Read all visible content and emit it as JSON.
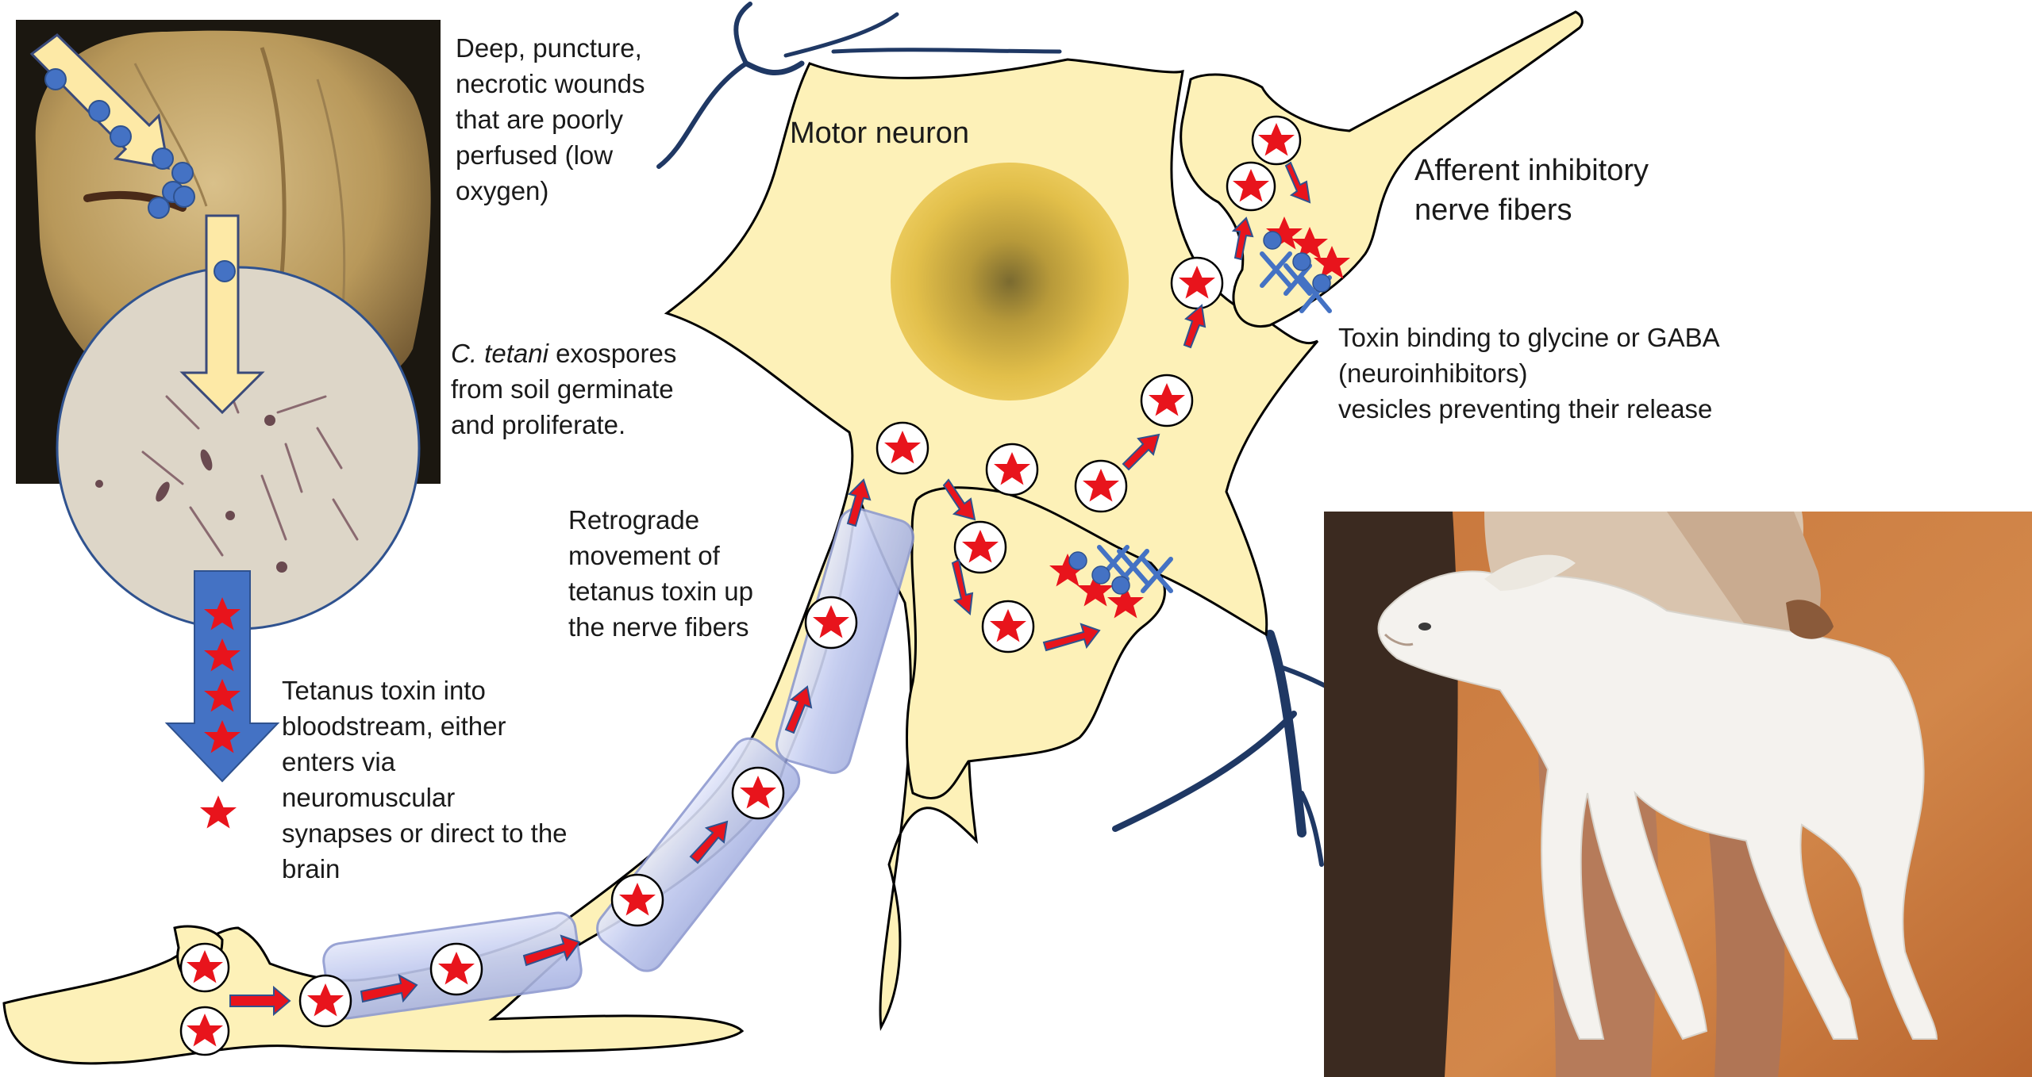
{
  "labels": {
    "wounds": "Deep, puncture,\nnecrotic wounds\nthat are poorly\nperfused (low\noxygen)",
    "spores_species": "C. tetani",
    "spores_rest": " exospores\nfrom soil germinate\nand proliferate.",
    "toxin_blood": "Tetanus toxin into\nbloodstream, either\nenters via\nneuromuscular\nsynapses or direct to the\nbrain",
    "retrograde": "Retrograde\nmovement of\ntetanus toxin up\nthe nerve fibers",
    "motor_neuron": "Motor neuron",
    "afferent": "Afferent inhibitory\nnerve fibers",
    "binding": "Toxin binding to glycine or GABA\n(neuroinhibitors)\nvesicles preventing their release"
  },
  "colors": {
    "neuron_fill": "#fdf1b8",
    "toxin_red": "#e8141c",
    "bacteria_blue": "#4472c4",
    "arrow_yellow": "#fde9a6",
    "myelin_blue": "#c5cdee",
    "dendrite_dark": "#1f3864"
  }
}
